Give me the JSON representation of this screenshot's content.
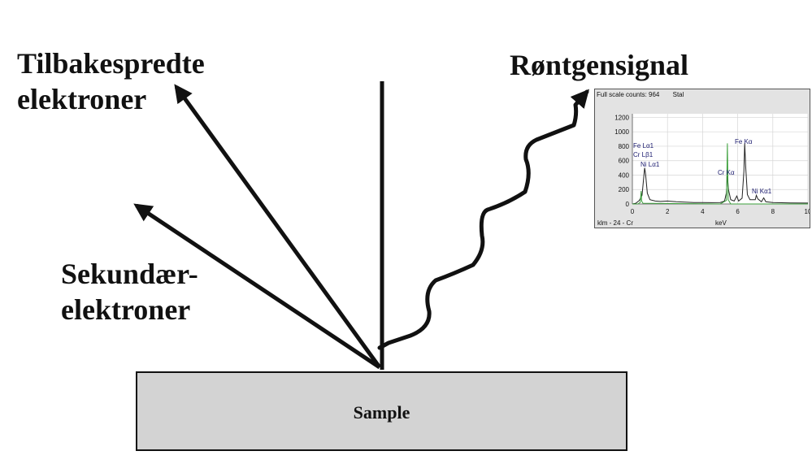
{
  "labels": {
    "backscattered": [
      "Tilbakespredte",
      "elektroner"
    ],
    "secondary": [
      "Sekundær-",
      "elektroner"
    ],
    "xray": "Røntgensignal",
    "sample": "Sample"
  },
  "spectrum": {
    "header_counts": "Full scale counts: 964",
    "header_material": "Stal",
    "footer_left": "klm - 24 - Cr",
    "x_unit": "keV",
    "peak_labels": [
      {
        "text": "Fe Lα1"
      },
      {
        "text": "Cr Lβ1"
      },
      {
        "text": "Ni Lα1"
      },
      {
        "text": "Cr Kα"
      },
      {
        "text": "Fe Kα"
      },
      {
        "text": "Ni Kα1"
      }
    ]
  },
  "chart_data": {
    "type": "line",
    "title": "",
    "xlabel": "keV",
    "ylabel": "",
    "xlim": [
      0,
      10
    ],
    "ylim": [
      0,
      1250
    ],
    "x_ticks": [
      0,
      2,
      4,
      6,
      8,
      10
    ],
    "y_ticks": [
      0,
      200,
      400,
      600,
      800,
      1000,
      1200
    ],
    "grid": true,
    "series": [
      {
        "color": "#222222",
        "points": [
          [
            0.0,
            0
          ],
          [
            0.2,
            10
          ],
          [
            0.4,
            50
          ],
          [
            0.55,
            120
          ],
          [
            0.62,
            300
          ],
          [
            0.7,
            500
          ],
          [
            0.75,
            420
          ],
          [
            0.85,
            150
          ],
          [
            1.0,
            60
          ],
          [
            1.3,
            40
          ],
          [
            1.6,
            35
          ],
          [
            2.0,
            40
          ],
          [
            2.5,
            30
          ],
          [
            3.0,
            25
          ],
          [
            3.5,
            20
          ],
          [
            4.0,
            20
          ],
          [
            4.5,
            18
          ],
          [
            5.0,
            20
          ],
          [
            5.25,
            40
          ],
          [
            5.35,
            150
          ],
          [
            5.41,
            390
          ],
          [
            5.47,
            200
          ],
          [
            5.6,
            60
          ],
          [
            5.8,
            40
          ],
          [
            5.95,
            110
          ],
          [
            6.05,
            40
          ],
          [
            6.25,
            80
          ],
          [
            6.35,
            450
          ],
          [
            6.4,
            840
          ],
          [
            6.46,
            500
          ],
          [
            6.55,
            130
          ],
          [
            6.7,
            60
          ],
          [
            7.0,
            60
          ],
          [
            7.06,
            120
          ],
          [
            7.15,
            70
          ],
          [
            7.35,
            30
          ],
          [
            7.48,
            85
          ],
          [
            7.6,
            30
          ],
          [
            8.0,
            20
          ],
          [
            9.0,
            15
          ],
          [
            10.0,
            12
          ]
        ]
      },
      {
        "color": "#3ca03c",
        "points": [
          [
            0.0,
            0
          ],
          [
            0.3,
            0
          ],
          [
            0.45,
            20
          ],
          [
            0.5,
            180
          ],
          [
            0.53,
            40
          ],
          [
            0.6,
            10
          ],
          [
            5.0,
            0
          ],
          [
            5.36,
            50
          ],
          [
            5.41,
            840
          ],
          [
            5.46,
            60
          ],
          [
            5.6,
            0
          ],
          [
            10.0,
            0
          ]
        ]
      }
    ]
  }
}
